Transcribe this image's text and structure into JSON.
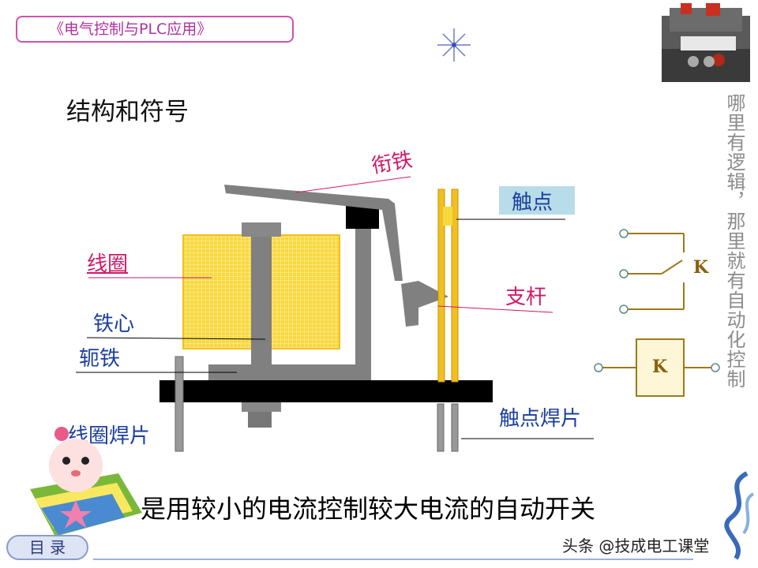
{
  "header": {
    "book_title": "《电气控制与PLC应用》"
  },
  "section": {
    "title": "结构和符号"
  },
  "side": {
    "vertical_text": "哪里有逻辑，那里就有自动化控制"
  },
  "diagram": {
    "armature": "衔铁",
    "contact": "触点",
    "coil": "线圈",
    "support_rod": "支杆",
    "iron_core": "铁心",
    "yoke": "轭铁",
    "coil_terminal": "线圈焊片",
    "contact_terminal": "触点焊片"
  },
  "symbols": {
    "contact_symbol_label": "K",
    "coil_symbol_label": "K"
  },
  "caption": "是用较小的电流控制较大电流的自动开关",
  "nav": {
    "toc_label": "目 录"
  },
  "watermark": "头条 @技成电工课堂",
  "colors": {
    "coil_yellow": "#f8d840",
    "contact_rod": "#f0c020",
    "symbol_brown": "#a07818",
    "label_blue": "#1c3f9e",
    "label_magenta": "#d0186a"
  },
  "icons": [
    "sparkle-icon",
    "thermal-relay-photo-icon",
    "cartoon-book-mascot-icon",
    "ornament-swirl-icon"
  ]
}
